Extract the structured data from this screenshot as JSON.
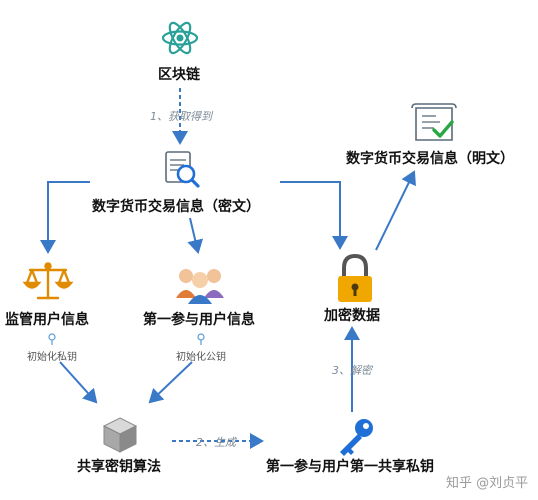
{
  "nodes": {
    "blockchain": "区块链",
    "cipher_tx": "数字货币交易信息（密文）",
    "plain_tx": "数字货币交易信息（明文）",
    "supervisor_info": "监管用户信息",
    "first_party_info": "第一参与用户信息",
    "encrypted_data": "加密数据",
    "shared_key_algo": "共享密钥算法",
    "shared_private_key": "第一参与用户第一共享私钥"
  },
  "edge_labels": {
    "step1": "1、获取得到",
    "step2": "2、生成",
    "step3": "3、解密",
    "init_private": "初始化私钥",
    "init_public": "初始化公钥"
  },
  "watermark": "知乎 @刘贞平",
  "colors": {
    "arrow": "#3a78c8",
    "atom": "#2aa198",
    "lock": "#f0a800",
    "key": "#1f6fd6",
    "scale": "#e08a00",
    "check": "#27a844"
  }
}
